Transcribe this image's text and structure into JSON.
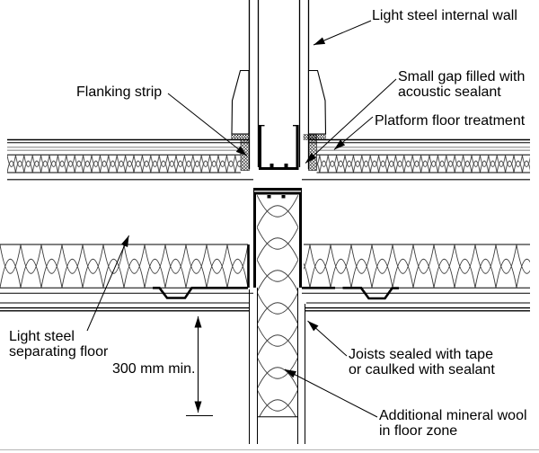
{
  "diagram": {
    "labels": {
      "internal_wall": "Light steel internal wall",
      "small_gap": [
        "Small gap filled with",
        "acoustic sealant"
      ],
      "flanking_strip": "Flanking strip",
      "platform_floor": "Platform floor treatment",
      "separating_floor": [
        "Light steel",
        "separating floor"
      ],
      "dimension": "300 mm min.",
      "joists": [
        "Joists sealed with tape",
        "or caulked with sealant"
      ],
      "additional_wool": [
        "Additional mineral wool",
        "in floor zone"
      ]
    },
    "colors": {
      "ink": "#000000",
      "secondary_line": "#8a8a8a",
      "edge_line": "#b5b5b5",
      "background": "#ffffff"
    }
  }
}
